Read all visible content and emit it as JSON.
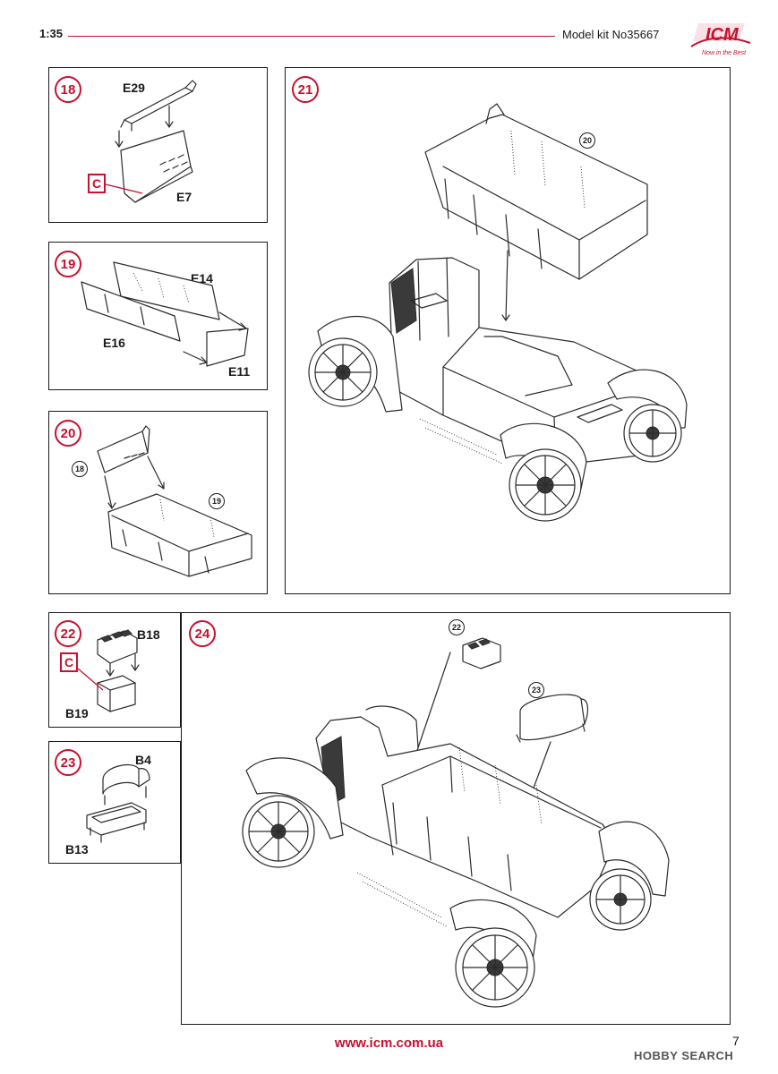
{
  "header": {
    "scale": "1:35",
    "kit_number": "Model kit No35667",
    "logo_text": "ICM",
    "logo_tagline": "Now in the Best"
  },
  "steps": {
    "s18": {
      "number": "18",
      "parts": [
        "E29",
        "E7"
      ],
      "paint": "C"
    },
    "s19": {
      "number": "19",
      "parts": [
        "E14",
        "E16",
        "E11"
      ]
    },
    "s20": {
      "number": "20",
      "refs": [
        "18",
        "19"
      ]
    },
    "s21": {
      "number": "21",
      "refs": [
        "20"
      ]
    },
    "s22": {
      "number": "22",
      "parts": [
        "B18",
        "B19"
      ],
      "paint": "C"
    },
    "s23": {
      "number": "23",
      "parts": [
        "B4",
        "B13"
      ]
    },
    "s24": {
      "number": "24",
      "refs": [
        "22",
        "23"
      ]
    }
  },
  "footer": {
    "url": "www.icm.com.ua",
    "page_number": "7",
    "watermark": "HOBBY SEARCH"
  }
}
